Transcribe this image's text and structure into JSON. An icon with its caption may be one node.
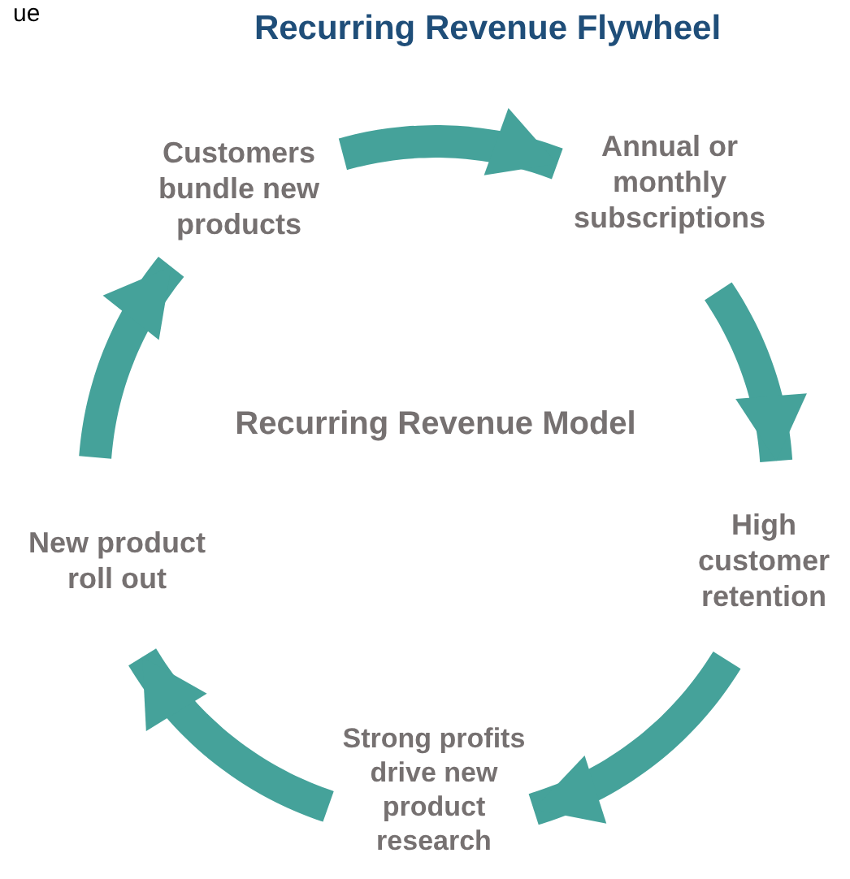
{
  "diagram": {
    "title": "Recurring Revenue Flywheel",
    "nodes": [
      {
        "text": [
          "Customers bundle new products"
        ]
      },
      {
        "text": [
          "Annual or monthly subscriptions"
        ]
      },
      {
        "text": [
          "High customer retention"
        ]
      },
      {
        "text": [
          "Strong profits drive new product research"
        ]
      },
      {
        "text": [
          "New product roll out"
        ]
      }
    ],
    "edges": [
      {
        "from": 0,
        "to": 1,
        "arrow": "to"
      },
      {
        "from": 1,
        "to": 2,
        "arrow": "to"
      },
      {
        "from": 2,
        "to": 3,
        "arrow": "to"
      },
      {
        "from": 3,
        "to": 4,
        "arrow": "to"
      },
      {
        "from": 4,
        "to": 0,
        "arrow": "to"
      }
    ],
    "labels": [
      "ue",
      "Recurring Revenue Model"
    ]
  }
}
